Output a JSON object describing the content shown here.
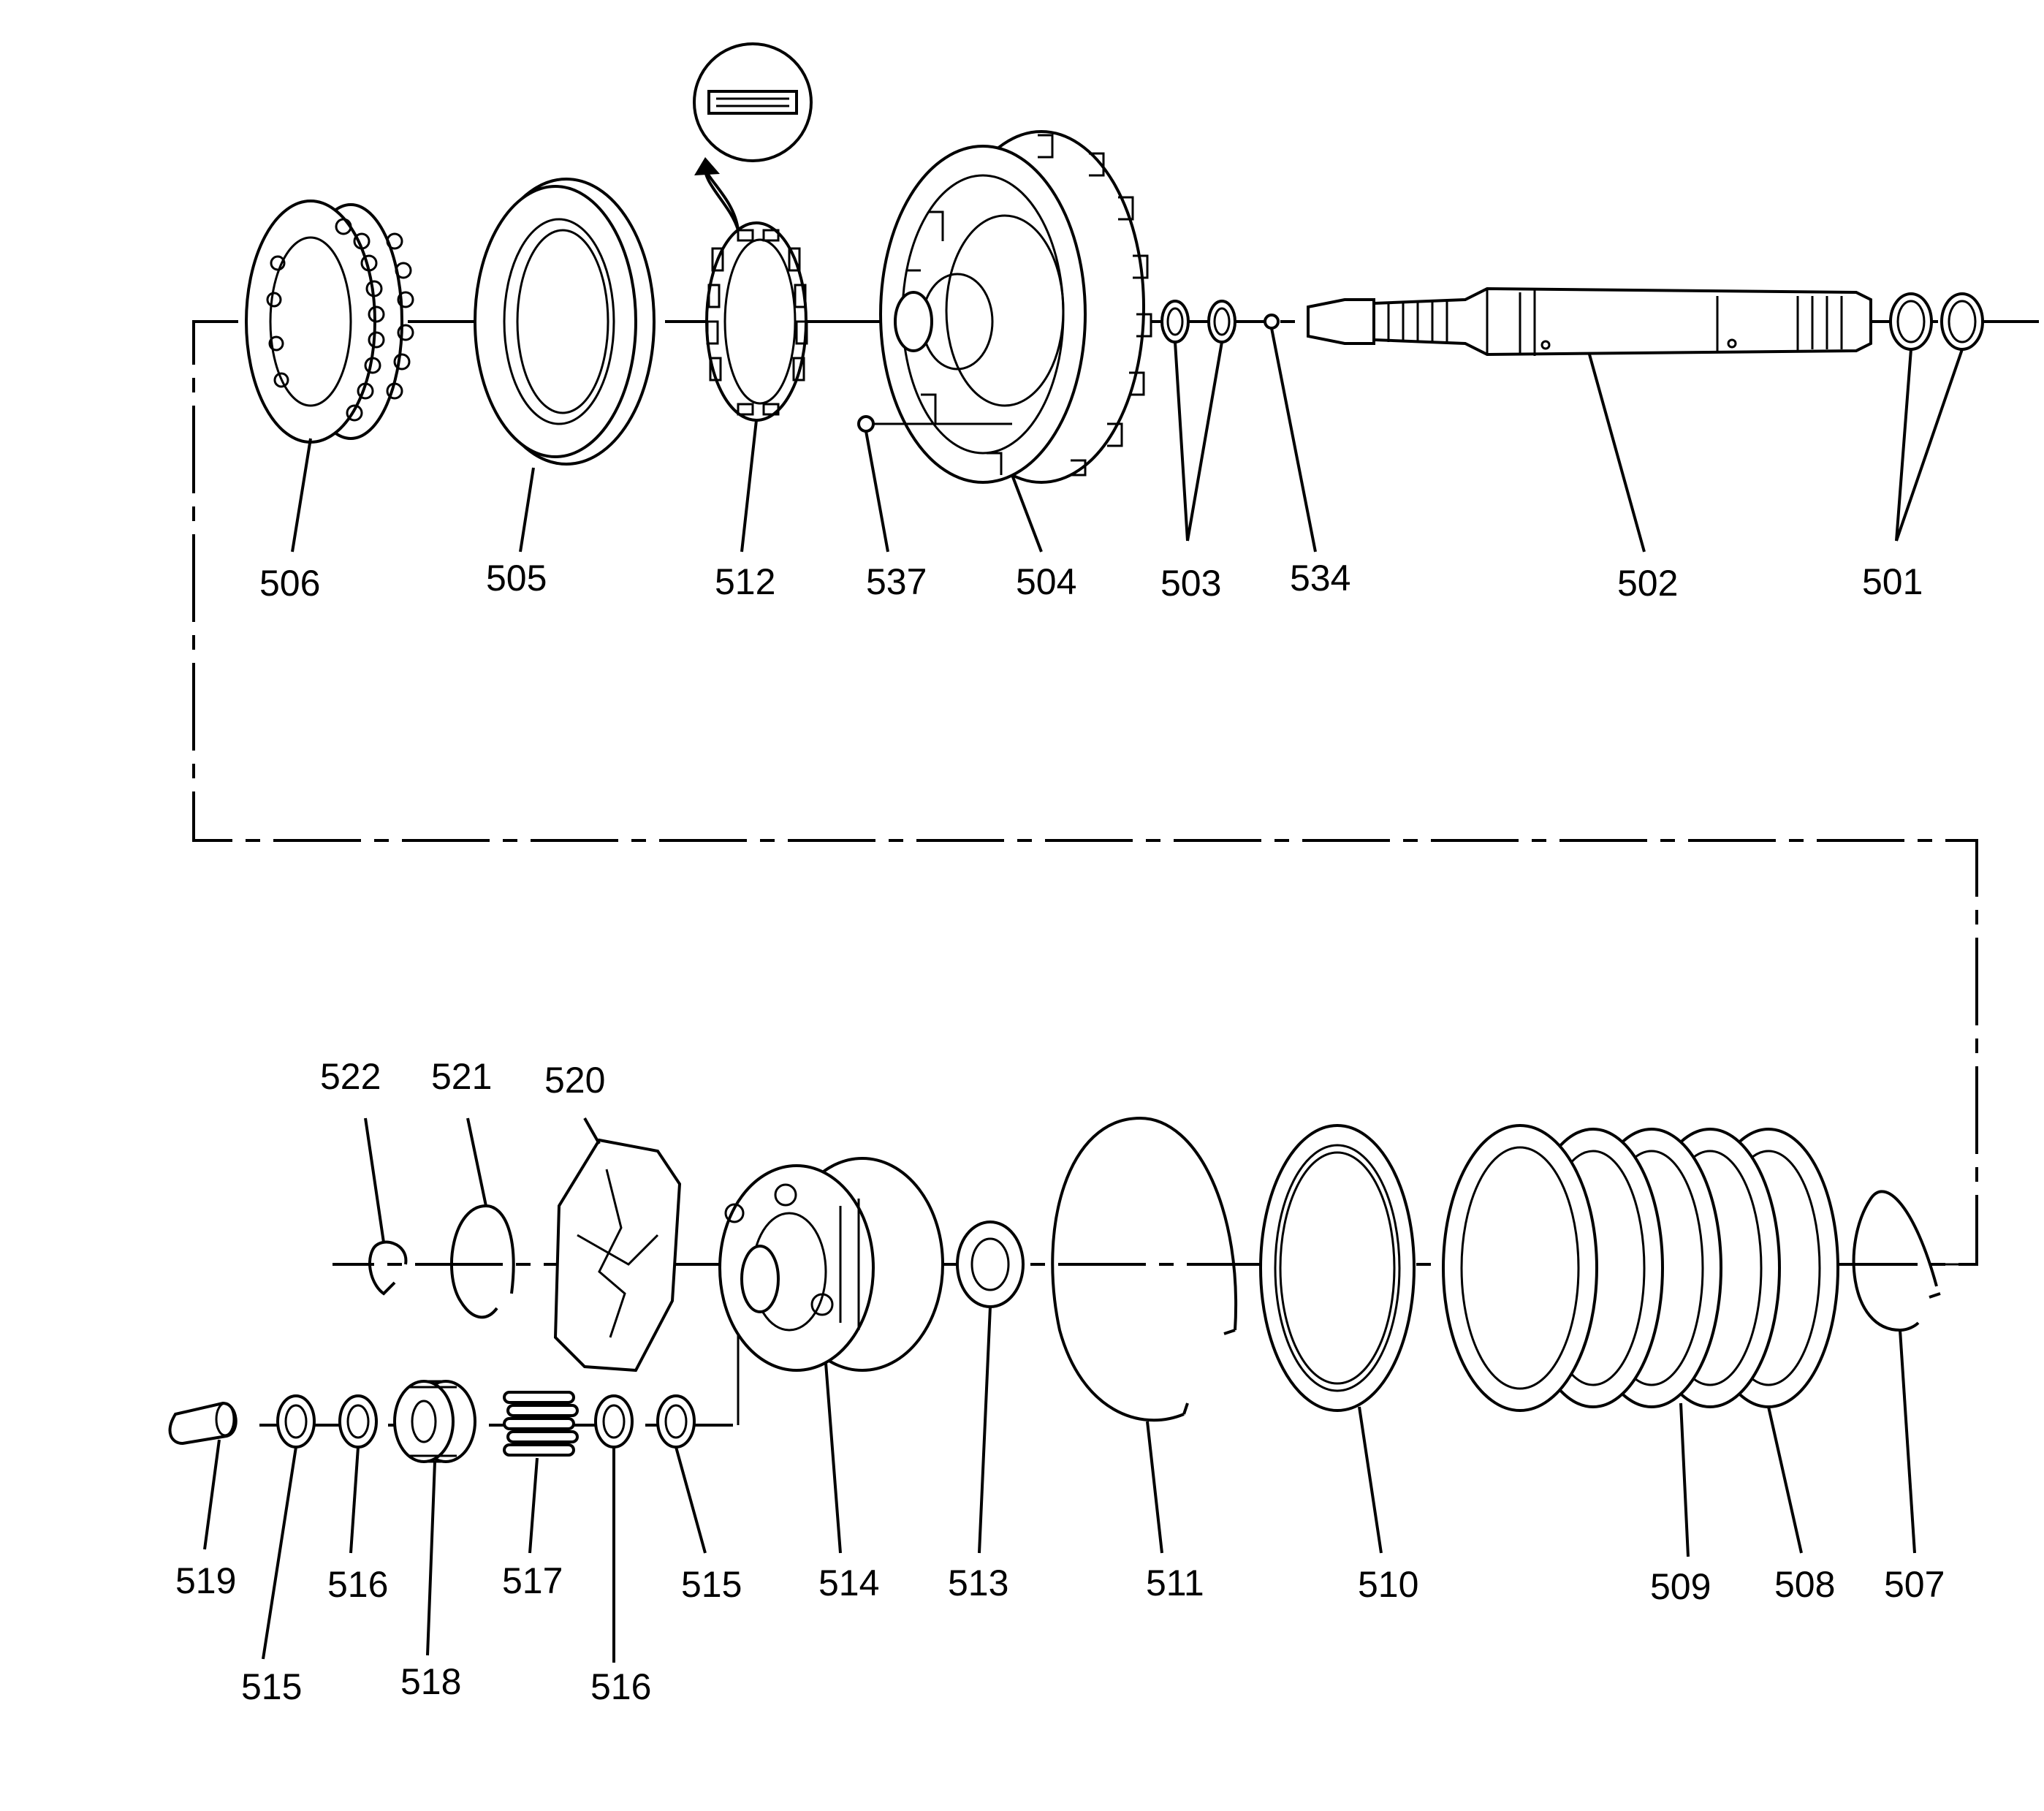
{
  "callouts": {
    "c501": "501",
    "c502": "502",
    "c503": "503",
    "c504": "504",
    "c505": "505",
    "c506": "506",
    "c507": "507",
    "c508": "508",
    "c509": "509",
    "c510": "510",
    "c511": "511",
    "c512": "512",
    "c513": "513",
    "c514": "514",
    "c515a": "515",
    "c515b": "515",
    "c516a": "516",
    "c516b": "516",
    "c517": "517",
    "c518": "518",
    "c519": "519",
    "c520": "520",
    "c521": "521",
    "c522": "522",
    "c534": "534",
    "c537": "537"
  }
}
